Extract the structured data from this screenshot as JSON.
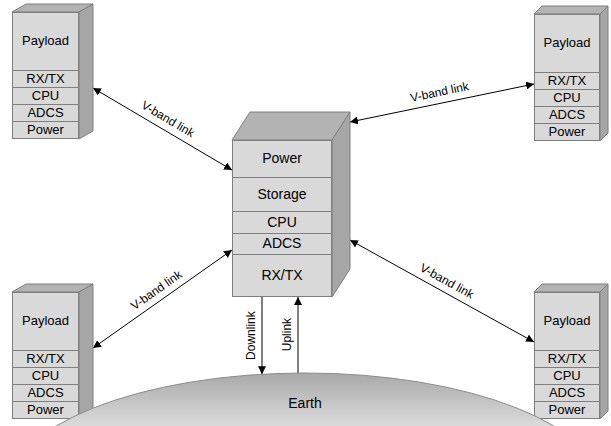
{
  "diagram": {
    "nodes": [
      {
        "text": [
          "Payload",
          "RX/TX",
          "CPU",
          "ADCS",
          "Power"
        ]
      },
      {
        "text": [
          "Payload",
          "RX/TX",
          "CPU",
          "ADCS",
          "Power"
        ]
      },
      {
        "text": [
          "Power",
          "Storage",
          "CPU",
          "ADCS",
          "RX/TX"
        ]
      },
      {
        "text": [
          "Payload",
          "RX/TX",
          "CPU",
          "ADCS",
          "Power"
        ]
      },
      {
        "text": [
          "Payload",
          "RX/TX",
          "CPU",
          "ADCS",
          "Power"
        ]
      },
      {
        "text": [
          "Earth"
        ]
      }
    ],
    "edges": [
      {
        "from": 0,
        "to": 2,
        "label": "V-band link",
        "arrow": "both"
      },
      {
        "from": 1,
        "to": 2,
        "label": "V-band link",
        "arrow": "both"
      },
      {
        "from": 3,
        "to": 2,
        "label": "V-band link",
        "arrow": "both"
      },
      {
        "from": 4,
        "to": 2,
        "label": "V-band link",
        "arrow": "both"
      },
      {
        "from": 2,
        "to": 5,
        "label": "Downlink",
        "arrow": "to"
      },
      {
        "from": 5,
        "to": 2,
        "label": "Uplink",
        "arrow": "to"
      }
    ]
  }
}
